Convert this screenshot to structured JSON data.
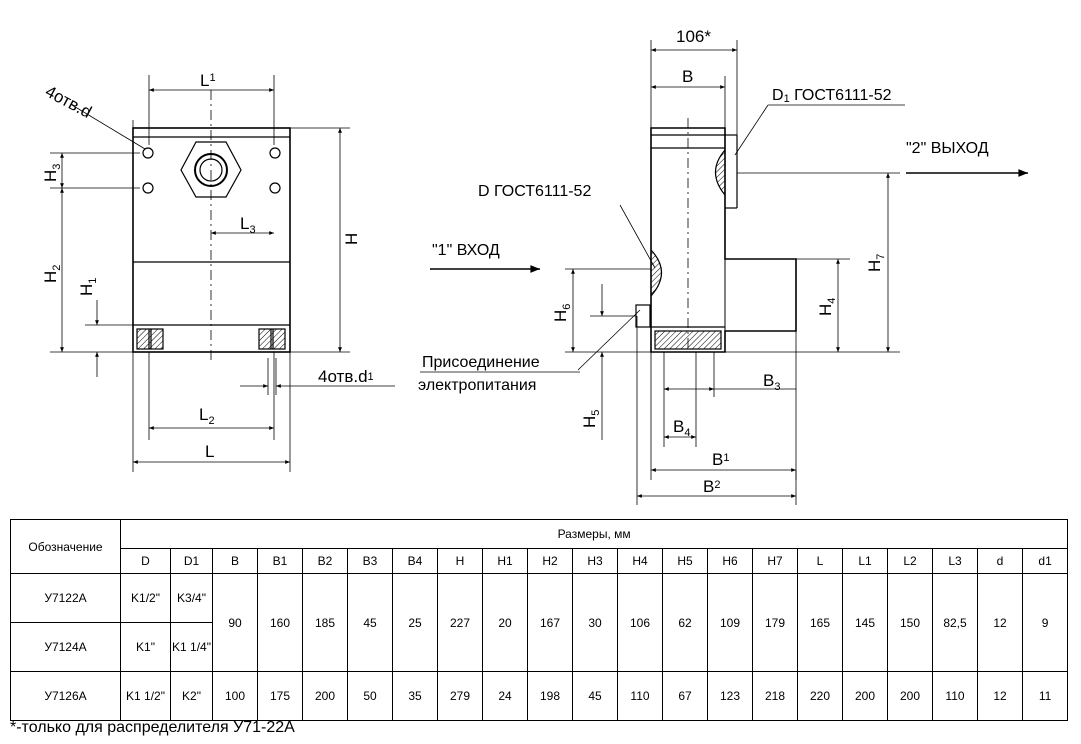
{
  "drawing": {
    "front_view": {
      "L1": "L",
      "L1_sub": "1",
      "L3": "L",
      "L3_sub": "3",
      "L2": "L",
      "L2_sub": "2",
      "L": "L",
      "H": "H",
      "H1": "H",
      "H1_sub": "1",
      "H2": "H",
      "H2_sub": "2",
      "H3": "H",
      "H3_sub": "3",
      "holes_d": "4отв.d",
      "holes_d1": "4отв.d",
      "holes_d1_sub": "1"
    },
    "side_view": {
      "dim_106": "106*",
      "B": "B",
      "D1_gost": "D",
      "D1_gost_sub": "1",
      "D1_gost_rest": " ГОСТ6111-52",
      "D_gost": "D ГОСТ6111-52",
      "outlet": "\"2\" ВЫХОД",
      "inlet": "\"1\" ВХОД",
      "power_line1": "Присоединение",
      "power_line2": "электропитания",
      "H4": "H",
      "H4_sub": "4",
      "H5": "H",
      "H5_sub": "5",
      "H6": "H",
      "H6_sub": "6",
      "H7": "H",
      "H7_sub": "7",
      "B1": "B",
      "B1_sub": "1",
      "B2": "B",
      "B2_sub": "2",
      "B3": "B",
      "B3_sub": "3",
      "B4": "B",
      "B4_sub": "4"
    }
  },
  "table": {
    "designation_header": "Обозначение",
    "sizes_header": "Размеры, мм",
    "columns": [
      "D",
      "D1",
      "B",
      "B1",
      "B2",
      "B3",
      "B4",
      "H",
      "H1",
      "H2",
      "H3",
      "H4",
      "H5",
      "H6",
      "H7",
      "L",
      "L1",
      "L2",
      "L3",
      "d",
      "d1"
    ],
    "rows": [
      {
        "name": "У7122А",
        "D": "K1/2\"",
        "D1": "K3/4\""
      },
      {
        "name": "У7124А",
        "D": "K1\"",
        "D1": "K1 1/4\""
      },
      {
        "name": "У7126А",
        "D": "K1 1/2\"",
        "D1": "K2\""
      }
    ],
    "shared_values_1_2": [
      "90",
      "160",
      "185",
      "45",
      "25",
      "227",
      "20",
      "167",
      "30",
      "106",
      "62",
      "109",
      "179",
      "165",
      "145",
      "150",
      "82,5",
      "12",
      "9"
    ],
    "values_3": [
      "100",
      "175",
      "200",
      "50",
      "35",
      "279",
      "24",
      "198",
      "45",
      "110",
      "67",
      "123",
      "218",
      "220",
      "200",
      "200",
      "110",
      "12",
      "11"
    ]
  },
  "footnote": "*-только для распределителя У71-22А"
}
